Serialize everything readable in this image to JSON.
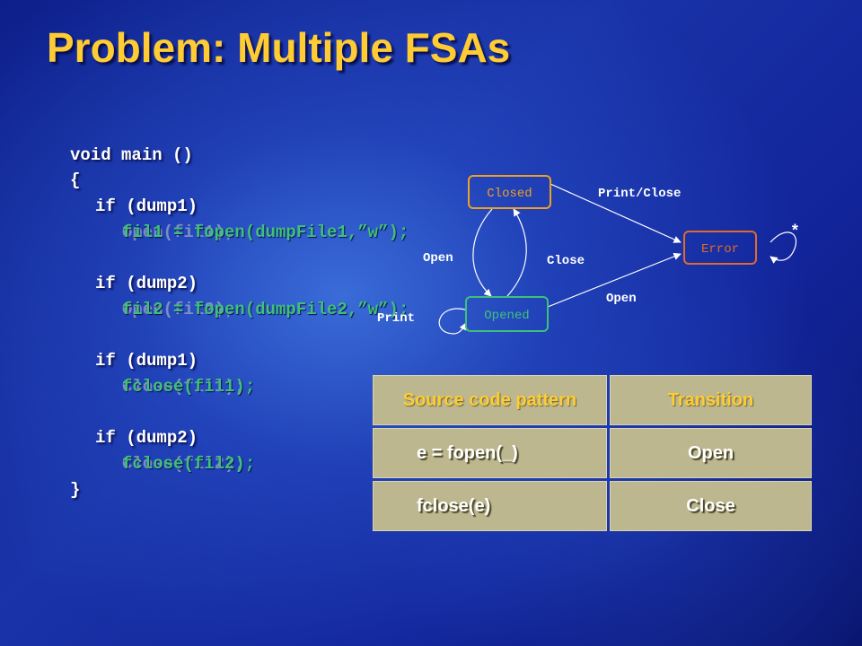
{
  "slide": {
    "title": "Problem: Multiple FSAs"
  },
  "code": {
    "line_void_main": "void main ()",
    "line_open_brace": "{",
    "line_if_dump1_a": "if (dump1)",
    "line_fil1_open": "fil1 = fopen(dumpFile1,”w”);",
    "line_open_f1": "Open(fil1);",
    "line_if_dump2_a": "if (dump2)",
    "line_fil2_open": "fil2 = fopen(dumpFile2,”w”);",
    "line_open_f2": "Open(fil2);",
    "line_if_dump1_b": "if (dump1)",
    "line_fclose_fil1": "fclose(fil1);",
    "line_close_f1": "Close(fil1);",
    "line_if_dump2_b": "if (dump2)",
    "line_fclose_fil2": "fclose(fil2);",
    "line_close_f2": "Close(fil2);",
    "line_close_brace": "}"
  },
  "fsa": {
    "states": {
      "closed": "Closed",
      "opened": "Opened",
      "error": "Error"
    },
    "edges": {
      "open": "Open",
      "close": "Close",
      "print": "Print",
      "print_close": "Print/Close",
      "open_error": "Open",
      "self_error": "*"
    },
    "colors": {
      "closed": "#f0a020",
      "opened": "#3fc07a",
      "error": "#e06a28",
      "edge": "#ffffff"
    }
  },
  "table": {
    "headers": [
      "Source code pattern",
      "Transition"
    ],
    "rows": [
      {
        "pattern": "e = fopen(_)",
        "transition": "Open"
      },
      {
        "pattern": "fclose(e)",
        "transition": "Close"
      }
    ],
    "cell_color": "#bcb78e",
    "header_text_color": "#ffcc33"
  }
}
